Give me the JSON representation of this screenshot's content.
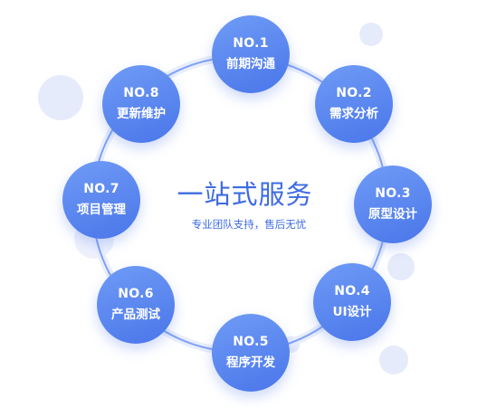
{
  "center": {
    "title": "一站式服务",
    "subtitle": "专业团队支持，售后无忧"
  },
  "colors": {
    "node_fill": "#5582ef",
    "ring": "#7fa2f5",
    "title_text": "#3e6be3",
    "bubble": "#e6ebfb"
  },
  "steps": [
    {
      "no": "NO.1",
      "label": "前期沟通"
    },
    {
      "no": "NO.2",
      "label": "需求分析"
    },
    {
      "no": "NO.3",
      "label": "原型设计"
    },
    {
      "no": "NO.4",
      "label": "UI设计"
    },
    {
      "no": "NO.5",
      "label": "程序开发"
    },
    {
      "no": "NO.6",
      "label": "产品测试"
    },
    {
      "no": "NO.7",
      "label": "项目管理"
    },
    {
      "no": "NO.8",
      "label": "更新维护"
    }
  ]
}
